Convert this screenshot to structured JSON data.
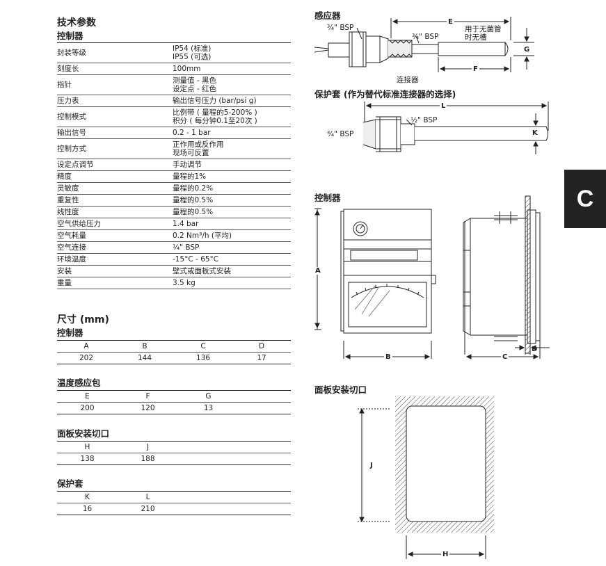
{
  "left": {
    "title": "技术参数",
    "controller_heading": "控制器",
    "specs": [
      {
        "key": "封装等级",
        "value": "IP54 (标准)\nIP55 (可选)"
      },
      {
        "key": "刻度长",
        "value": "100mm"
      },
      {
        "key": "指针",
        "value": "测量值  - 黑色\n设定点  - 红色"
      },
      {
        "key": "压力表",
        "value": "输出信号压力 (bar/psi g)"
      },
      {
        "key": "控制模式",
        "value": "比例带 ( 量程的5-200% )\n积分 ( 每分钟0.1至20次 )"
      },
      {
        "key": "输出信号",
        "value": "0.2 - 1 bar"
      },
      {
        "key": "控制方式",
        "value": "正作用或反作用\n现场可反置"
      },
      {
        "key": "设定点调节",
        "value": "手动调节"
      },
      {
        "key": "精度",
        "value": "量程的1%"
      },
      {
        "key": "灵敏度",
        "value": "量程的0.2%"
      },
      {
        "key": "重复性",
        "value": "量程的0.5%"
      },
      {
        "key": "线性度",
        "value": "量程的0.5%"
      },
      {
        "key": "空气供给压力",
        "value": "1.4 bar"
      },
      {
        "key": "空气耗量",
        "value": "0.2 Nm³/h (平均)"
      },
      {
        "key": "空气连接",
        "value": "¼\" BSP"
      },
      {
        "key": "环境温度",
        "value": "-15°C - 65°C"
      },
      {
        "key": "安装",
        "value": "壁式或面板式安装"
      },
      {
        "key": "重量",
        "value": "3.5 kg"
      }
    ],
    "dims_title": "尺寸 (mm)",
    "dims": [
      {
        "heading": "控制器",
        "headers": [
          "A",
          "B",
          "C",
          "D"
        ],
        "values": [
          "202",
          "144",
          "136",
          "17"
        ]
      },
      {
        "heading": "温度感应包",
        "headers": [
          "E",
          "F",
          "G"
        ],
        "values": [
          "200",
          "120",
          "13"
        ]
      },
      {
        "heading": "面板安装切口",
        "headers": [
          "H",
          "J"
        ],
        "values": [
          "138",
          "188"
        ]
      },
      {
        "heading": "保护套",
        "headers": [
          "K",
          "L"
        ],
        "values": [
          "16",
          "210"
        ]
      }
    ]
  },
  "right": {
    "sensor_title": "感应器",
    "sensor_bsp1": "¾\" BSP",
    "sensor_bsp2": "¾\" BSP",
    "sensor_note": "用于无菌管\n时无槽",
    "sensor_connector": "连接器",
    "dim_E": "E",
    "dim_F": "F",
    "dim_G": "G",
    "pocket_title": "保护套 (作为替代标准连接器的选择)",
    "pocket_bsp_half": "½\" BSP",
    "pocket_bsp_34": "¾\" BSP",
    "dim_L": "L",
    "dim_K": "K",
    "controller_title": "控制器",
    "dim_A": "A",
    "dim_B": "B",
    "dim_C": "C",
    "dim_D": "D",
    "cutout_title": "面板安装切口",
    "dim_J": "J",
    "dim_H": "H"
  },
  "section_tab": "C"
}
